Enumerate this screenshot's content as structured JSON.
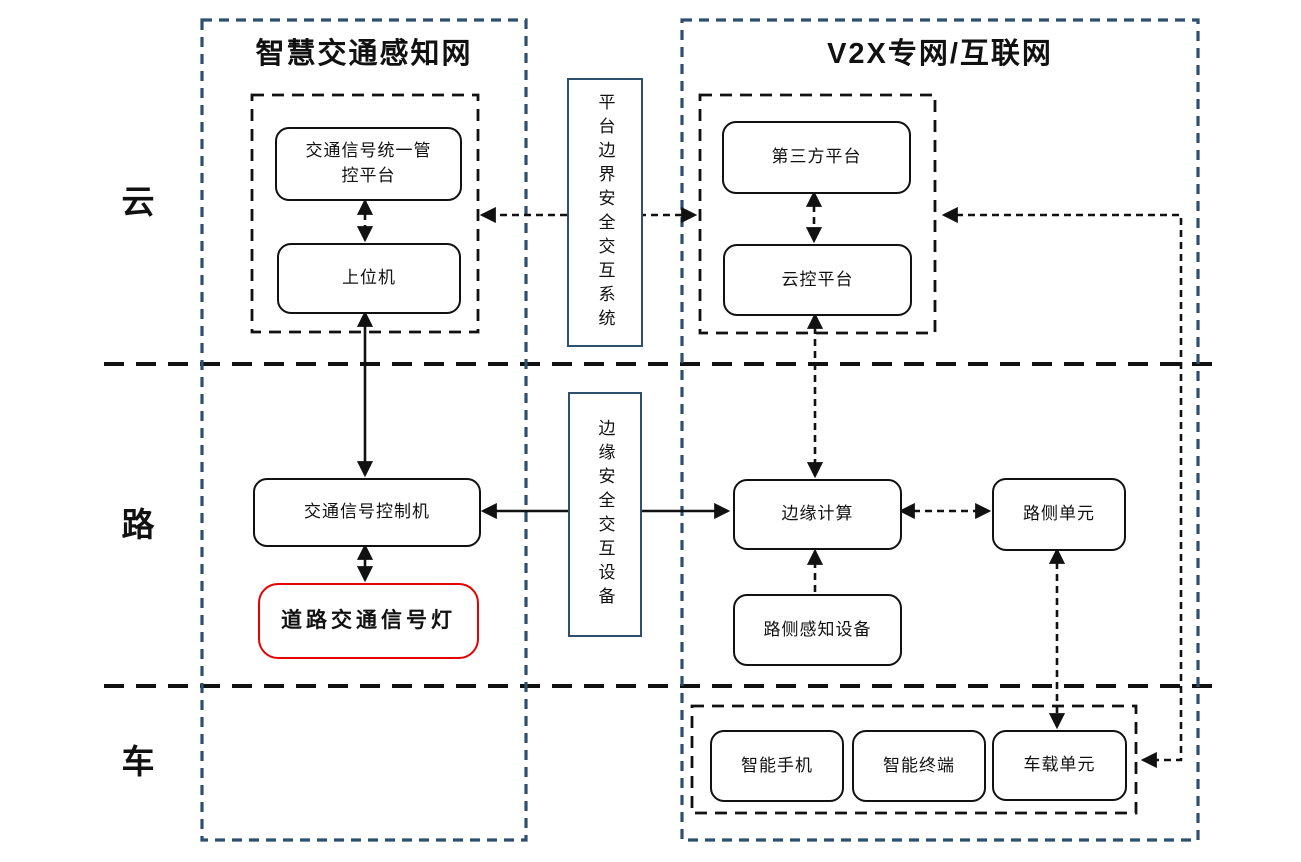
{
  "left_region": {
    "title": "智慧交通感知网"
  },
  "right_region": {
    "title": "V2X专网/互联网"
  },
  "layer_labels": {
    "cloud": "云",
    "road": "路",
    "vehicle": "车"
  },
  "nodes": {
    "signal_mgmt_platform": {
      "label": "交通信号统一管控平台"
    },
    "host_computer": {
      "label": "上位机"
    },
    "signal_controller": {
      "label": "交通信号控制机"
    },
    "road_traffic_light": {
      "label": "道路交通信号灯"
    },
    "platform_boundary_system": {
      "label": "平台边界安全交互系统"
    },
    "edge_security_device": {
      "label": "边缘安全交互设备"
    },
    "third_party_platform": {
      "label": "第三方平台"
    },
    "cloud_control_platform": {
      "label": "云控平台"
    },
    "edge_computing": {
      "label": "边缘计算"
    },
    "roadside_unit": {
      "label": "路侧单元"
    },
    "roadside_sensing_device": {
      "label": "路侧感知设备"
    },
    "smartphone": {
      "label": "智能手机"
    },
    "smart_terminal": {
      "label": "智能终端"
    },
    "onboard_unit": {
      "label": "车载单元"
    }
  },
  "colors": {
    "accent_blue": "#2e4f6e",
    "line_black": "#111111",
    "highlight_red": "#e60000"
  }
}
